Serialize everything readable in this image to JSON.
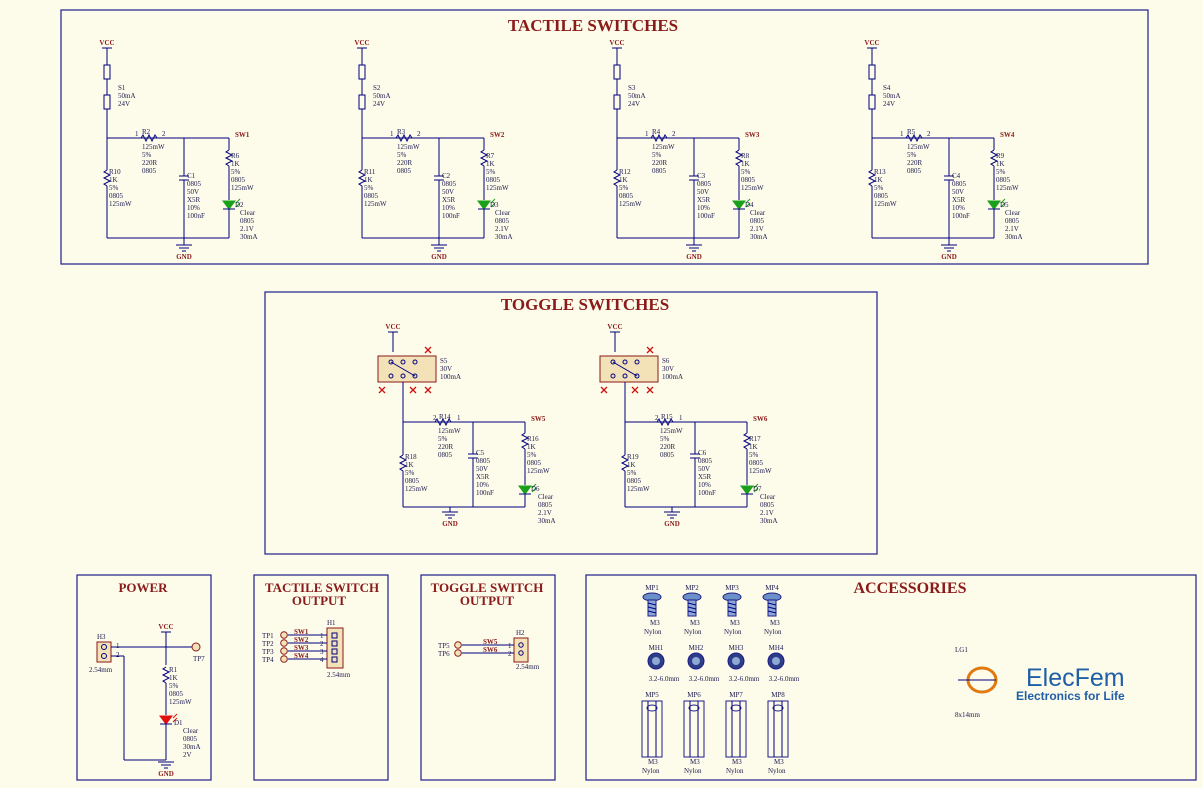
{
  "sections": {
    "tactile_title": "TACTILE SWITCHES",
    "toggle_title": "TOGGLE SWITCHES",
    "power_title": "POWER",
    "tactile_output_title_1": "TACTILE SWITCH",
    "tactile_output_title_2": "OUTPUT",
    "toggle_output_title_1": "TOGGLE SWITCH",
    "toggle_output_title_2": "OUTPUT",
    "accessories_title": "ACCESSORIES"
  },
  "nets": {
    "vcc": "VCC",
    "gnd": "GND"
  },
  "tactile_units": [
    {
      "sw": "S1",
      "sw_rating": [
        "50mA",
        "24V"
      ],
      "r_series": "R2",
      "r_series_vals": [
        "125mW",
        "5%",
        "220R",
        "0805"
      ],
      "r_pull": "R10",
      "r_pull_vals": [
        "1K",
        "5%",
        "0805",
        "125mW"
      ],
      "cap": "C1",
      "cap_vals": [
        "0805",
        "50V",
        "X5R",
        "10%",
        "100nF"
      ],
      "r_led": "R6",
      "r_led_vals": [
        "1K",
        "5%",
        "0805",
        "125mW"
      ],
      "led": "D2",
      "led_vals": [
        "Clear",
        "0805",
        "2.1V",
        "30mA"
      ],
      "net": "SW1"
    },
    {
      "sw": "S2",
      "sw_rating": [
        "50mA",
        "24V"
      ],
      "r_series": "R3",
      "r_series_vals": [
        "125mW",
        "5%",
        "220R",
        "0805"
      ],
      "r_pull": "R11",
      "r_pull_vals": [
        "1K",
        "5%",
        "0805",
        "125mW"
      ],
      "cap": "C2",
      "cap_vals": [
        "0805",
        "50V",
        "X5R",
        "10%",
        "100nF"
      ],
      "r_led": "R7",
      "r_led_vals": [
        "1K",
        "5%",
        "0805",
        "125mW"
      ],
      "led": "D3",
      "led_vals": [
        "Clear",
        "0805",
        "2.1V",
        "30mA"
      ],
      "net": "SW2"
    },
    {
      "sw": "S3",
      "sw_rating": [
        "50mA",
        "24V"
      ],
      "r_series": "R4",
      "r_series_vals": [
        "125mW",
        "5%",
        "220R",
        "0805"
      ],
      "r_pull": "R12",
      "r_pull_vals": [
        "1K",
        "5%",
        "0805",
        "125mW"
      ],
      "cap": "C3",
      "cap_vals": [
        "0805",
        "50V",
        "X5R",
        "10%",
        "100nF"
      ],
      "r_led": "R8",
      "r_led_vals": [
        "1K",
        "5%",
        "0805",
        "125mW"
      ],
      "led": "D4",
      "led_vals": [
        "Clear",
        "0805",
        "2.1V",
        "30mA"
      ],
      "net": "SW3"
    },
    {
      "sw": "S4",
      "sw_rating": [
        "50mA",
        "24V"
      ],
      "r_series": "R5",
      "r_series_vals": [
        "125mW",
        "5%",
        "220R",
        "0805"
      ],
      "r_pull": "R13",
      "r_pull_vals": [
        "1K",
        "5%",
        "0805",
        "125mW"
      ],
      "cap": "C4",
      "cap_vals": [
        "0805",
        "50V",
        "X5R",
        "10%",
        "100nF"
      ],
      "r_led": "R9",
      "r_led_vals": [
        "1K",
        "5%",
        "0805",
        "125mW"
      ],
      "led": "D5",
      "led_vals": [
        "Clear",
        "0805",
        "2.1V",
        "30mA"
      ],
      "net": "SW4"
    }
  ],
  "toggle_units": [
    {
      "sw": "S5",
      "sw_rating": [
        "30V",
        "100mA"
      ],
      "r_series": "R14",
      "r_series_vals": [
        "125mW",
        "5%",
        "220R",
        "0805"
      ],
      "r_pull": "R18",
      "r_pull_vals": [
        "1K",
        "5%",
        "0805",
        "125mW"
      ],
      "cap": "C5",
      "cap_vals": [
        "0805",
        "50V",
        "X5R",
        "10%",
        "100nF"
      ],
      "r_led": "R16",
      "r_led_vals": [
        "1K",
        "5%",
        "0805",
        "125mW"
      ],
      "led": "D6",
      "led_vals": [
        "Clear",
        "0805",
        "2.1V",
        "30mA"
      ],
      "net": "SW5"
    },
    {
      "sw": "S6",
      "sw_rating": [
        "30V",
        "100mA"
      ],
      "r_series": "R15",
      "r_series_vals": [
        "125mW",
        "5%",
        "220R",
        "0805"
      ],
      "r_pull": "R19",
      "r_pull_vals": [
        "1K",
        "5%",
        "0805",
        "125mW"
      ],
      "cap": "C6",
      "cap_vals": [
        "0805",
        "50V",
        "X5R",
        "10%",
        "100nF"
      ],
      "r_led": "R17",
      "r_led_vals": [
        "1K",
        "5%",
        "0805",
        "125mW"
      ],
      "led": "D7",
      "led_vals": [
        "Clear",
        "0805",
        "2.1V",
        "30mA"
      ],
      "net": "SW6"
    }
  ],
  "power": {
    "header": "H3",
    "header_pitch": "2.54mm",
    "tp": "TP7",
    "resistor": "R1",
    "resistor_vals": [
      "1K",
      "5%",
      "0805",
      "125mW"
    ],
    "led": "D1",
    "led_vals": [
      "Clear",
      "0805",
      "30mA",
      "2V"
    ]
  },
  "tactile_output": {
    "header": "H1",
    "pitch": "2.54mm",
    "tps": [
      "TP1",
      "TP2",
      "TP3",
      "TP4"
    ],
    "nets": [
      "SW1",
      "SW2",
      "SW3",
      "SW4"
    ]
  },
  "toggle_output": {
    "header": "H2",
    "pitch": "2.54mm",
    "tps": [
      "TP5",
      "TP6"
    ],
    "nets": [
      "SW5",
      "SW6"
    ]
  },
  "accessories": {
    "screws": [
      {
        "ref": "MP1"
      },
      {
        "ref": "MP2"
      },
      {
        "ref": "MP3"
      },
      {
        "ref": "MP4"
      }
    ],
    "screw_vals": [
      "M3",
      "Nylon"
    ],
    "holes": [
      "MH1",
      "MH2",
      "MH3",
      "MH4"
    ],
    "hole_size": "3.2-6.0mm",
    "spacers": [
      "MP5",
      "MP6",
      "MP7",
      "MP8"
    ],
    "spacer_vals": [
      "M3",
      "Nylon"
    ],
    "logo_ref": "LG1",
    "logo_name": "ElecFem",
    "logo_tagline": "Electronics for Life",
    "logo_size": "8x14mm"
  },
  "colors": {
    "title": "#8b1a1a",
    "wire": "#000080",
    "border": "#1e1e8c",
    "led_green": "#1aa01a",
    "led_red": "#e01010",
    "logo_blue": "#1f5fa8",
    "logo_orange": "#e07a10"
  }
}
